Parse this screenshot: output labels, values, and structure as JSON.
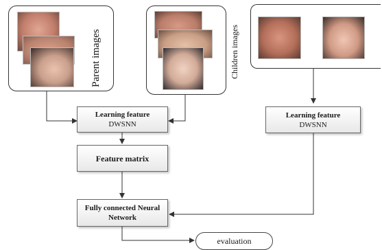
{
  "labels": {
    "parent": "Parent images",
    "children": "Children images"
  },
  "boxes": {
    "learning_left_title": "Learning feature",
    "learning_left_sub": "DWSNN",
    "learning_right_title": "Learning feature",
    "learning_right_sub": "DWSNN",
    "feature_matrix": "Feature matrix",
    "fc_line1": "Fully connected Neural",
    "fc_line2": "Network",
    "evaluation": "evaluation"
  },
  "colors": {
    "line": "#333333",
    "skin_a": "#c98f7a",
    "skin_b": "#d8a58d",
    "skin_c": "#e2b9a4"
  }
}
